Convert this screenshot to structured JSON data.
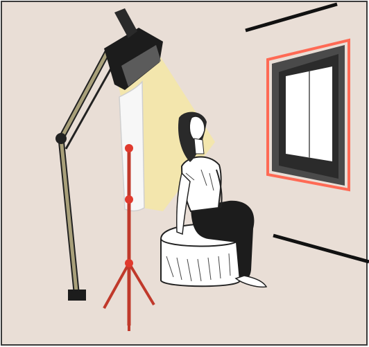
{
  "illustration": {
    "colors": {
      "wall": "#e9ded6",
      "frame_border": "#3a3a3a",
      "lamp_body": "#1c1c1c",
      "lamp_arm": "#a9a07a",
      "light_beam": "#f4e7a8",
      "reflector": "#f7f7f7",
      "stand": "#c0392b",
      "stand_joint": "#e03a2e",
      "window_glow": "#ff6a55",
      "window_frame": "#4a4a4a",
      "window_glass": "#ffffff",
      "wall_line": "#111111"
    },
    "elements": [
      {
        "name": "desk-lamp",
        "icon": "desk-lamp-icon"
      },
      {
        "name": "light-beam",
        "icon": "light-beam-icon"
      },
      {
        "name": "reflector-panel",
        "icon": "reflector-panel-icon"
      },
      {
        "name": "tripod-stand",
        "icon": "tripod-icon"
      },
      {
        "name": "seated-woman",
        "icon": "person-icon"
      },
      {
        "name": "ottoman-stool",
        "icon": "ottoman-icon"
      },
      {
        "name": "wall-window",
        "icon": "window-icon"
      }
    ]
  }
}
